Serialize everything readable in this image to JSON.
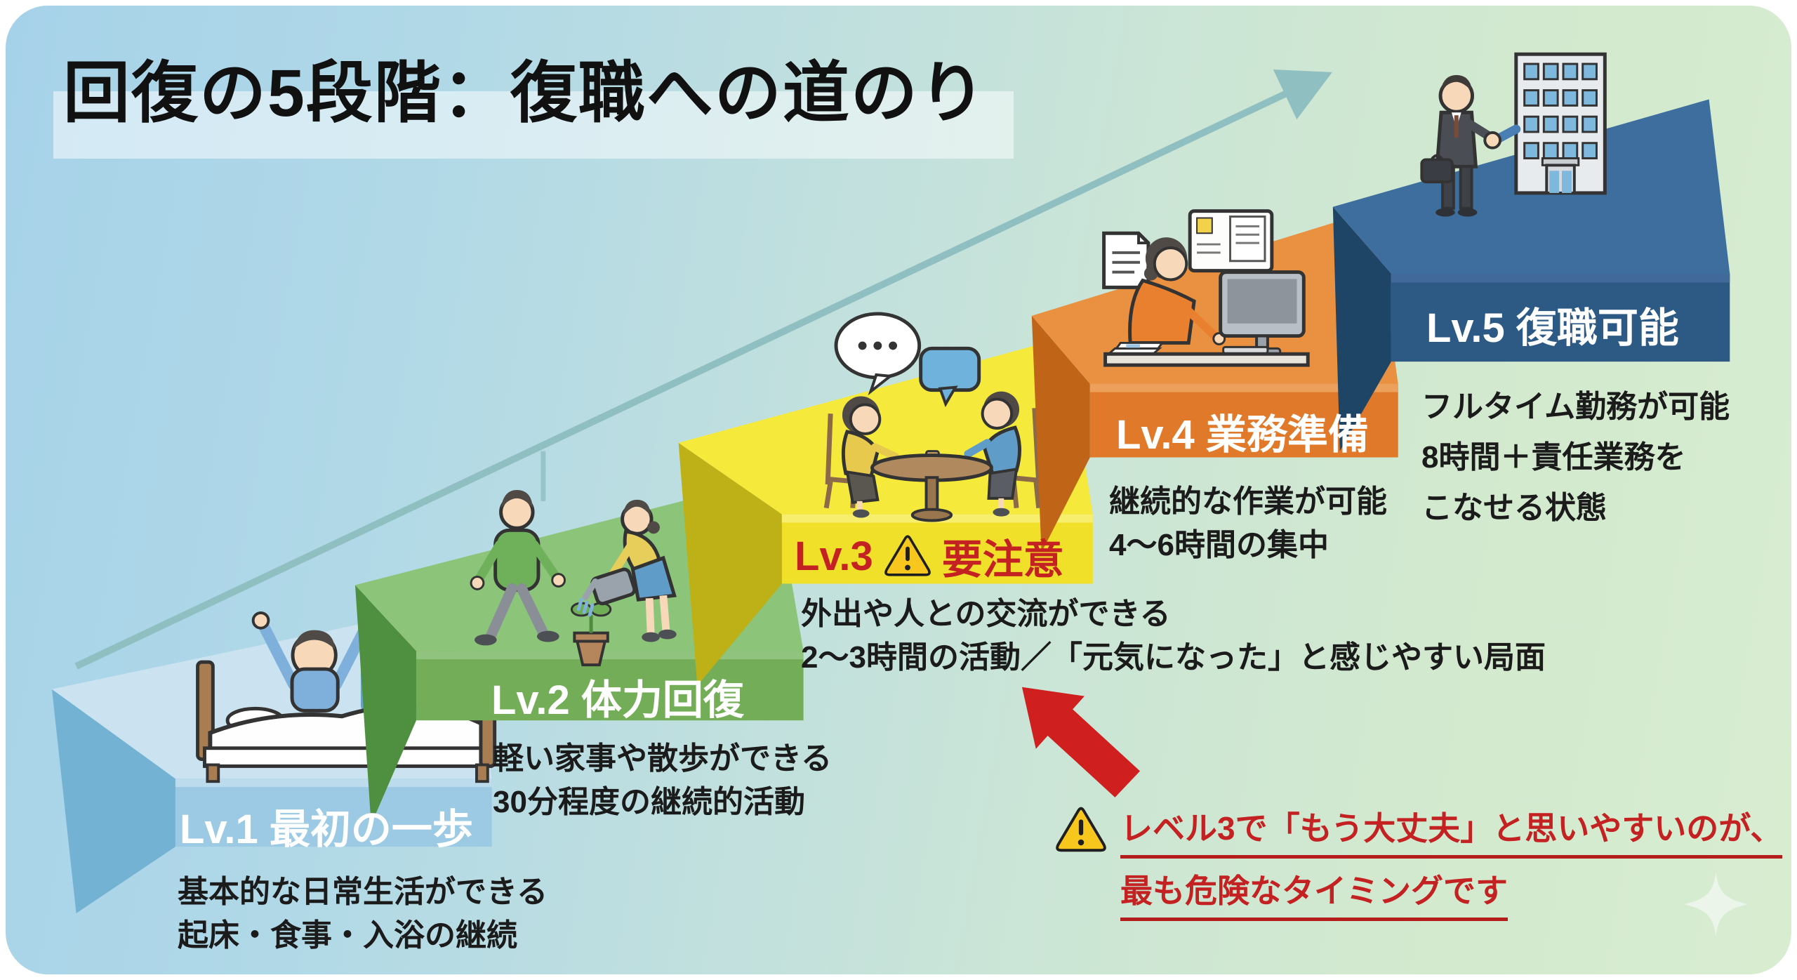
{
  "title": "回復の5段階：復職への道のり",
  "steps": [
    {
      "id": "lv1",
      "label": "Lv.1 最初の一歩",
      "desc_lines": [
        "基本的な日常生活ができる",
        "起床・食事・入浴の継続"
      ],
      "illustration": "waking-up-in-bed-icon",
      "colors": {
        "top": "#cbe3f1",
        "front": "#9ccae4",
        "side": "#74b2d4",
        "highlight": "#bcdcee"
      }
    },
    {
      "id": "lv2",
      "label": "Lv.2 体力回復",
      "desc_lines": [
        "軽い家事や散歩ができる",
        "30分程度の継続的活動"
      ],
      "illustration": "walking-and-watering-plant-icon",
      "colors": {
        "top": "#8cc47a",
        "front": "#73ad58",
        "side": "#4f9040",
        "highlight": "#90c37e"
      }
    },
    {
      "id": "lv3",
      "label_prefix": "Lv.3",
      "label_suffix": "要注意",
      "desc_lines": [
        "外出や人との交流ができる",
        "2〜3時間の活動／「元気になった」と感じやすい局面"
      ],
      "illustration": "two-people-talking-at-table-icon",
      "colors": {
        "top": "#f5ea3c",
        "front": "#f1e02a",
        "side": "#bdb117",
        "highlight": "#f7ee6e"
      }
    },
    {
      "id": "lv4",
      "label": "Lv.4 業務準備",
      "desc_lines": [
        "継続的な作業が可能",
        "4〜6時間の集中"
      ],
      "illustration": "woman-working-at-computer-icon",
      "colors": {
        "top": "#e99140",
        "front": "#e0792a",
        "side": "#c06418",
        "highlight": "#eda05c"
      }
    },
    {
      "id": "lv5",
      "label": "Lv.5 復職可能",
      "desc_lines": [
        "フルタイム勤務が可能",
        "8時間＋責任業務を",
        "こなせる状態"
      ],
      "illustration": "businessman-handshake-office-building-icon",
      "colors": {
        "top": "#3d6e9e",
        "front": "#2d5a85",
        "side": "#1e4566",
        "highlight": "#41699a"
      }
    }
  ],
  "warning_note": {
    "line1": "レベル3で「もう大丈夫」と思いやすいのが、",
    "line2": "最も危険なタイミングです"
  },
  "icons": {
    "warning": "warning-triangle-icon",
    "trend_arrow": "trend-arrow-icon",
    "red_arrow": "red-caution-arrow-icon",
    "sparkle": "sparkle-icon"
  },
  "colors": {
    "background_left": "#a6d2e9",
    "background_right": "#d8edd0",
    "title_text": "#111111",
    "title_band": "rgba(255,255,255,0.5)",
    "desc_text": "#1b1b1b",
    "arrow_teal": "#8fbfc1",
    "arrow_red": "#cf1f1f",
    "warning_red": "#c42222",
    "warning_underline": "#b51d1d",
    "warning_triangle_yellow": "#f8c71d"
  }
}
